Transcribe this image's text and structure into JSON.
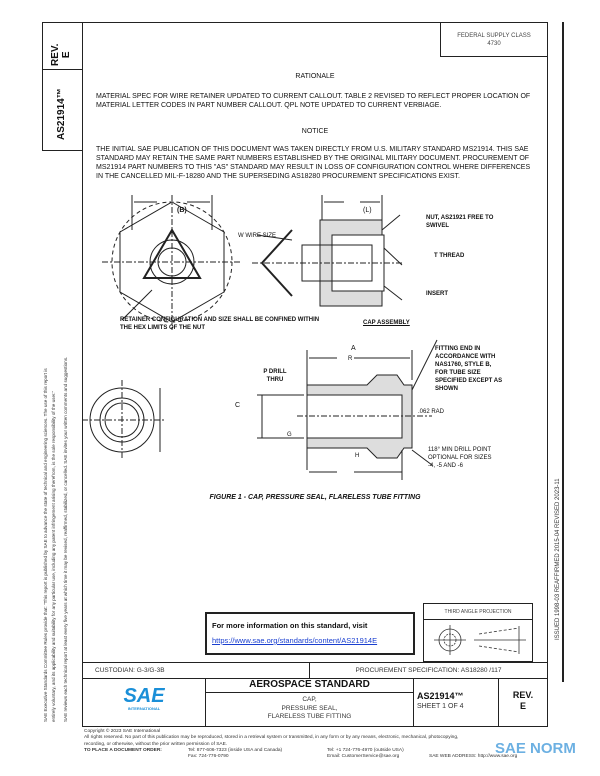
{
  "side": {
    "rev_label": "REV.",
    "rev": "E",
    "doc": "AS21914™",
    "disclaimer": [
      "SAE Executive Standards Committee Rules provide that: \"This report is published by SAE to advance the state of technical and engineering sciences. The use of this report is",
      "entirely voluntary, and its applicability and suitability for any particular use, including any patent infringement arising therefrom, is the sole responsibility of the user.\"",
      "SAE reviews each technical report at least every five years at which time it may be revised, reaffirmed, stabilized, or cancelled. SAE invites your written comments and suggestions."
    ],
    "history": "ISSUED 1998-03     REAFFIRMED 2015-04     REVISED 2023-11"
  },
  "fsc": {
    "label": "FEDERAL SUPPLY CLASS",
    "value": "4730"
  },
  "rationale": {
    "heading": "RATIONALE",
    "text": "MATERIAL SPEC FOR WIRE RETAINER UPDATED TO CURRENT CALLOUT. TABLE 2 REVISED TO REFLECT PROPER LOCATION OF MATERIAL LETTER CODES IN PART NUMBER CALLOUT. QPL NOTE UPDATED TO CURRENT VERBIAGE."
  },
  "notice": {
    "heading": "NOTICE",
    "text": "THE INITIAL SAE PUBLICATION OF THIS DOCUMENT WAS TAKEN DIRECTLY FROM U.S. MILITARY STANDARD MS21914. THIS SAE STANDARD MAY RETAIN THE SAME PART NUMBERS ESTABLISHED BY THE ORIGINAL MILITARY DOCUMENT. PROCUREMENT OF MS21914 PART NUMBERS TO THIS \"AS\" STANDARD MAY RESULT IN LOSS OF CONFIGURATION CONTROL WHERE DIFFERENCES IN THE CANCELLED MIL-F-18280 AND THE SUPERSEDING AS18280 PROCUREMENT SPECIFICATIONS EXIST."
  },
  "figure": {
    "b": "(B)",
    "l": "(L)",
    "w": "W WIRE SIZE",
    "nut": "NUT, AS21921 FREE TO SWIVEL",
    "thread": "T THREAD",
    "insert": "INSERT",
    "retainer": "RETAINER CONFIGURATION AND SIZE SHALL BE CONFINED WITHIN THE HEX LIMITS OF THE NUT",
    "cap": "CAP ASSEMBLY",
    "a": "A",
    "r": "R",
    "p": "P DRILL THRU",
    "c": "C",
    "g": "G",
    "h": "H",
    "fitting": "FITTING END IN ACCORDANCE WITH NAS1760, STYLE B, FOR TUBE SIZE SPECIFIED EXCEPT AS SHOWN",
    "rad": ".062 RAD",
    "drill": "118° MIN DRILL POINT OPTIONAL FOR SIZES -4, -5 AND -6",
    "caption": "FIGURE 1 - CAP, PRESSURE SEAL, FLARELESS TUBE FITTING"
  },
  "info": {
    "text": "For more information on this standard, visit",
    "link": "https://www.sae.org/standards/content/AS21914E"
  },
  "projection": "THIRD ANGLE PROJECTION",
  "custodian": "CUSTODIAN: G-3/G-3B",
  "procurement": "PROCUREMENT SPECIFICATION: AS18280 /117",
  "title": {
    "logo": "SAE",
    "logo_sub": "INTERNATIONAL",
    "heading": "AEROSPACE STANDARD",
    "lines": [
      "CAP,",
      "PRESSURE SEAL,",
      "FLARELESS TUBE FITTING"
    ],
    "doc": "AS21914™",
    "sheet": "SHEET 1 OF 4",
    "rev_label": "REV.",
    "rev": "E"
  },
  "footer": {
    "copyright": "Copyright © 2023 SAE International",
    "rights": "All rights reserved. No part of this publication may be reproduced, stored in a retrieval system or transmitted, in any form or by any means, electronic, mechanical, photocopying,",
    "rights2": "recording, or otherwise, without the prior written permission of SAE.",
    "order": "TO PLACE A DOCUMENT ORDER:",
    "tel1": "Tel: 877-606-7323 (inside USA and Canada)",
    "fax": "Fax: 724-776-0790",
    "tel2": "Tel: +1 724-776-4970 (outside USA)",
    "email": "Email: CustomerService@sae.org",
    "web": "SAE WEB ADDRESS: http://www.sae.org",
    "watermark": "SAE NORM"
  },
  "colors": {
    "sae_blue": "#1a8fd8",
    "link": "#1a3fd0"
  }
}
